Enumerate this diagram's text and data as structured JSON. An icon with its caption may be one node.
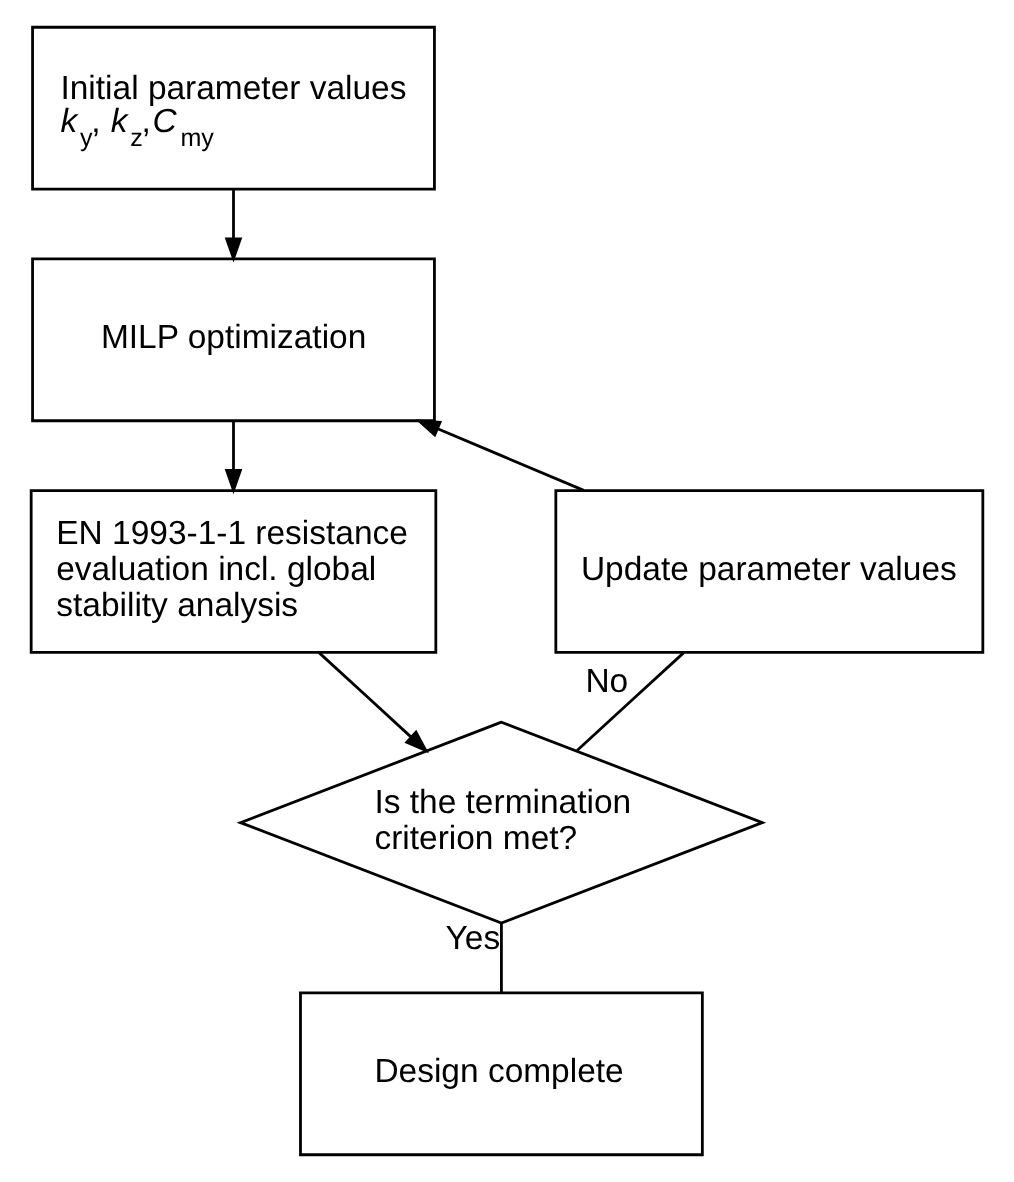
{
  "diagram": {
    "nodes": [
      {
        "text": [
          "Initial parameter values *k*$_{y}$, *k*$_{z}$,*C*$_{my}$"
        ]
      },
      {
        "text": [
          "MILP optimization"
        ]
      },
      {
        "text": [
          "EN 1993-1-1 resistance evaluation incl. global stability analysis"
        ]
      },
      {
        "text": [
          "Is the termination criterion met?"
        ]
      },
      {
        "text": [
          "Design complete"
        ]
      },
      {
        "text": [
          "Update parameter values"
        ]
      }
    ],
    "edges": [
      {
        "from": 0,
        "to": 1,
        "arrow": "to"
      },
      {
        "from": 1,
        "to": 2,
        "arrow": "to"
      },
      {
        "from": 2,
        "to": 3,
        "arrow": "to"
      },
      {
        "from": 3,
        "to": 4,
        "arrow": "none",
        "label": "Yes"
      },
      {
        "from": 3,
        "to": 5,
        "arrow": "none",
        "label": "No"
      },
      {
        "from": 5,
        "to": 1,
        "arrow": "to"
      }
    ]
  }
}
